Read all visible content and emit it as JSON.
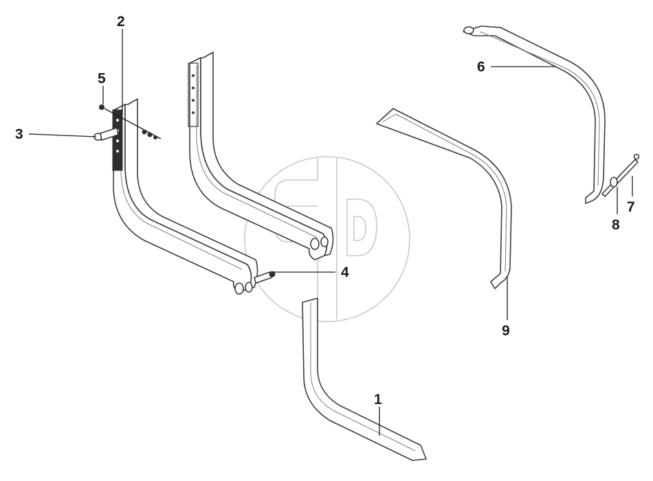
{
  "callouts": {
    "c1": "1",
    "c2": "2",
    "c3": "3",
    "c4": "4",
    "c5": "5",
    "c6": "6",
    "c7": "7",
    "c8": "8",
    "c9": "9"
  },
  "colors": {
    "line": "#3a3a3a",
    "text": "#1a1a1a",
    "watermark": "#9a9a9a"
  }
}
